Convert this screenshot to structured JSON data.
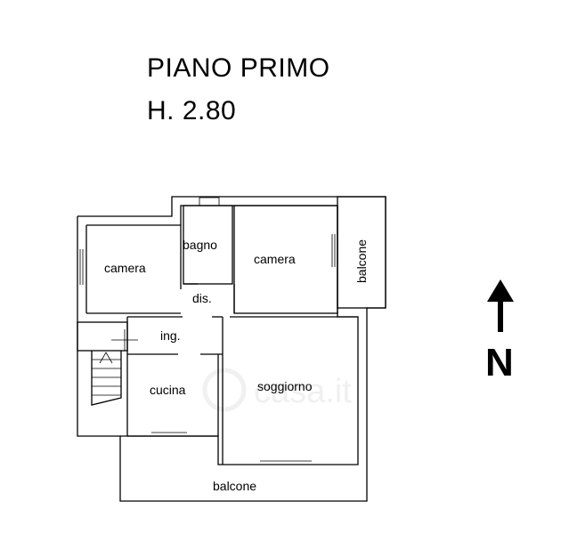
{
  "header": {
    "floor_title": "PIANO PRIMO",
    "height_label": "H. 2.80"
  },
  "rooms": {
    "camera_left": "camera",
    "bagno": "bagno",
    "camera_right": "camera",
    "dis": "dis.",
    "ing": "ing.",
    "cucina": "cucina",
    "soggiorno": "soggiorno",
    "balcone_right": "balcone",
    "balcone_bottom": "balcone"
  },
  "compass": {
    "label": "N"
  },
  "watermark": "casa.it"
}
